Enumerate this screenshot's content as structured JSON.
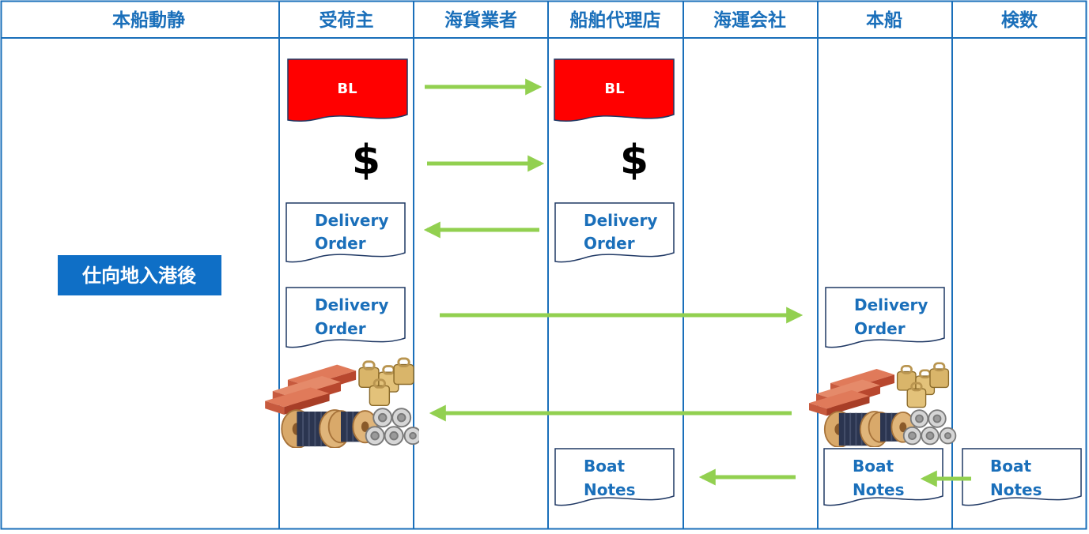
{
  "columns": [
    "本船動静",
    "受荷主",
    "海貨業者",
    "船舶代理店",
    "海運会社",
    "本船",
    "検数"
  ],
  "phase_label": "仕向地入港後",
  "documents": {
    "bl": "BL",
    "dollar": "$",
    "delivery_order_line1": "Delivery",
    "delivery_order_line2": "Order",
    "boat_notes_line1": "Boat",
    "boat_notes_line2": "Notes"
  },
  "icons": [
    "cargo-icon",
    "arrow-icon"
  ],
  "colors": {
    "grid": "#1a6fba",
    "header_text": "#1a6fba",
    "phase_bg": "#0f6fc6",
    "bl_fill": "#ff0000",
    "arrow": "#92d050",
    "doc_border": "#1f3864"
  }
}
